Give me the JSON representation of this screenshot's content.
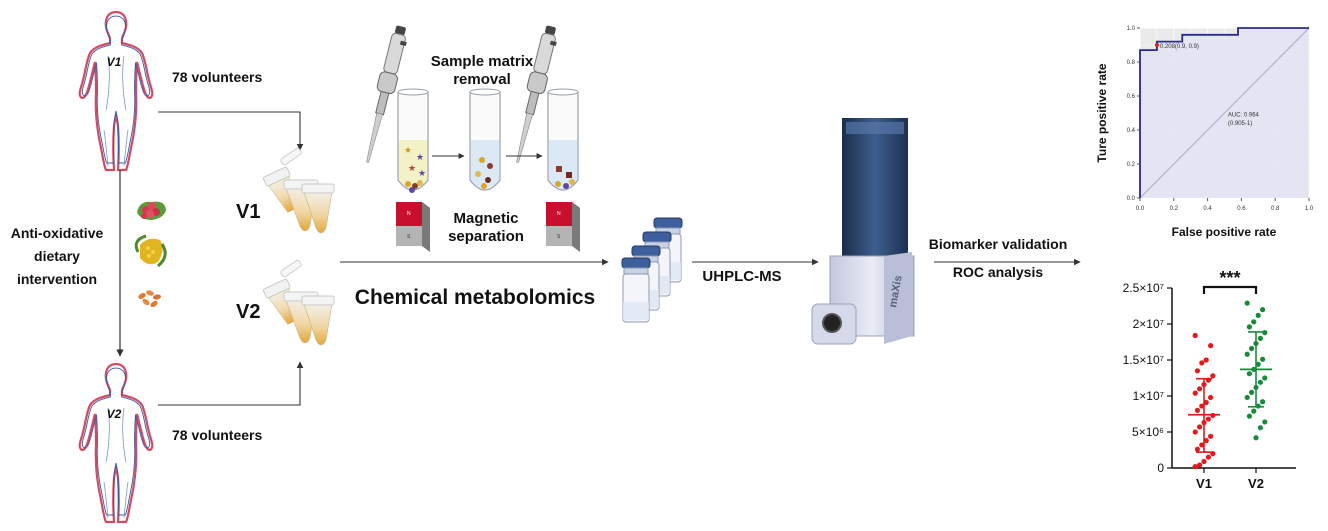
{
  "labels": {
    "v1_figure": "V1",
    "v2_figure": "V2",
    "volunteers_top": "78 volunteers",
    "volunteers_bottom": "78 volunteers",
    "intervention_line1": "Anti-oxidative",
    "intervention_line2": "dietary",
    "intervention_line3": "intervention",
    "sample_v1": "V1",
    "sample_v2": "V2",
    "matrix_removal_line1": "Sample matrix",
    "matrix_removal_line2": "removal",
    "magnetic_line1": "Magnetic",
    "magnetic_line2": "separation",
    "chemical_metabolomics": "Chemical metabolomics",
    "uhplc": "UHPLC-MS",
    "biomarker_validation": "Biomarker validation",
    "roc_analysis": "ROC analysis",
    "instrument_brand": "maXis",
    "magnet_n": "N",
    "magnet_s": "S"
  },
  "colors": {
    "magnet_red": "#c8102e",
    "series_v1": "#e31a1c",
    "series_v2": "#1a8a3a",
    "roc_line": "#2a2a8c",
    "roc_fill": "#e3e3f4"
  },
  "chart_data": [
    {
      "type": "line",
      "xlabel": "False positive rate",
      "ylabel": "Ture positive rate",
      "xlim": [
        0,
        1
      ],
      "ylim": [
        0,
        1
      ],
      "x_ticks": [
        "0.0",
        "0.2",
        "0.4",
        "0.6",
        "0.8",
        "1.0"
      ],
      "y_ticks": [
        "0.0",
        "0.2",
        "0.4",
        "0.6",
        "0.8",
        "1.0"
      ],
      "grid": true,
      "annotations": [
        "0.208(0.9, 0.9)",
        "AUC: 0.964",
        "(0.905-1)"
      ],
      "series": [
        {
          "x": [
            0,
            0,
            0.1,
            0.1,
            0.25,
            0.25,
            0.58,
            0.58,
            1.0
          ],
          "y": [
            0,
            0.87,
            0.87,
            0.92,
            0.92,
            0.96,
            0.96,
            1.0,
            1.0
          ]
        }
      ],
      "cutoff_point": {
        "x": 0.1,
        "y": 0.9
      }
    },
    {
      "type": "scatter",
      "categories": [
        "V1",
        "V2"
      ],
      "ylim": [
        0,
        25000000
      ],
      "y_ticks": [
        "0",
        "5×10⁶",
        "1×10⁷",
        "1.5×10⁷",
        "2×10⁷",
        "2.5×10⁷"
      ],
      "significance": "***",
      "series": [
        {
          "category": "V1",
          "mean": 7400000,
          "sd_low": 2200000,
          "sd_high": 12400000,
          "values": [
            18400000,
            17000000,
            15000000,
            14600000,
            13500000,
            12800000,
            12200000,
            11600000,
            11000000,
            10400000,
            9800000,
            9100000,
            8600000,
            8000000,
            7300000,
            6800000,
            6300000,
            5700000,
            5000000,
            4400000,
            3800000,
            3200000,
            2600000,
            2000000,
            1500000,
            900000,
            400000,
            200000
          ]
        },
        {
          "category": "V2",
          "mean": 13700000,
          "sd_low": 8500000,
          "sd_high": 18900000,
          "values": [
            22900000,
            22000000,
            21200000,
            20300000,
            19600000,
            18800000,
            18000000,
            17300000,
            16600000,
            15800000,
            15100000,
            14400000,
            13700000,
            13100000,
            12500000,
            11900000,
            11200000,
            10500000,
            9800000,
            9200000,
            8600000,
            7900000,
            7200000,
            6400000,
            5600000,
            4200000
          ]
        }
      ]
    }
  ]
}
